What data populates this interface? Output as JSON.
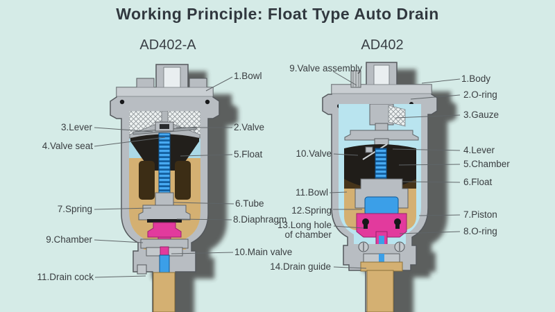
{
  "title": "Working Principle: Float Type Auto Drain",
  "left_device": {
    "heading": "AD402-A",
    "labels": [
      {
        "text": "1.Bowl"
      },
      {
        "text": "2.Valve"
      },
      {
        "text": "3.Lever"
      },
      {
        "text": "4.Valve seat"
      },
      {
        "text": "5.Float"
      },
      {
        "text": "6.Tube"
      },
      {
        "text": "7.Spring"
      },
      {
        "text": "8.Diaphragm"
      },
      {
        "text": "9.Chamber"
      },
      {
        "text": "10.Main valve"
      },
      {
        "text": "11.Drain cock"
      }
    ]
  },
  "right_device": {
    "heading": "AD402",
    "labels": [
      {
        "text": "1.Body"
      },
      {
        "text": "2.O-ring"
      },
      {
        "text": "3.Gauze"
      },
      {
        "text": "4.Lever"
      },
      {
        "text": "5.Chamber"
      },
      {
        "text": "6.Float"
      },
      {
        "text": "7.Piston"
      },
      {
        "text": "8.O-ring"
      },
      {
        "text": "9.Valve assembly"
      },
      {
        "text": "10.Valve"
      },
      {
        "text": "11.Bowl"
      },
      {
        "text": "12.Spring"
      },
      {
        "line1": "13.Long hole",
        "line2": "of chamber"
      },
      {
        "text": "14.Drain guide"
      }
    ]
  },
  "colors": {
    "background": "#d5ebe7",
    "title_text": "#31383f",
    "label_text": "#393d40",
    "body_gray": "#b8bdc2",
    "water_blue": "#b9e4ef",
    "float_tan": "#d4b072",
    "spring_blue": "#3b9fe8",
    "valve_magenta": "#e23a9d",
    "chamber_black": "#221f1b",
    "shadow": "#2d2c2a"
  }
}
